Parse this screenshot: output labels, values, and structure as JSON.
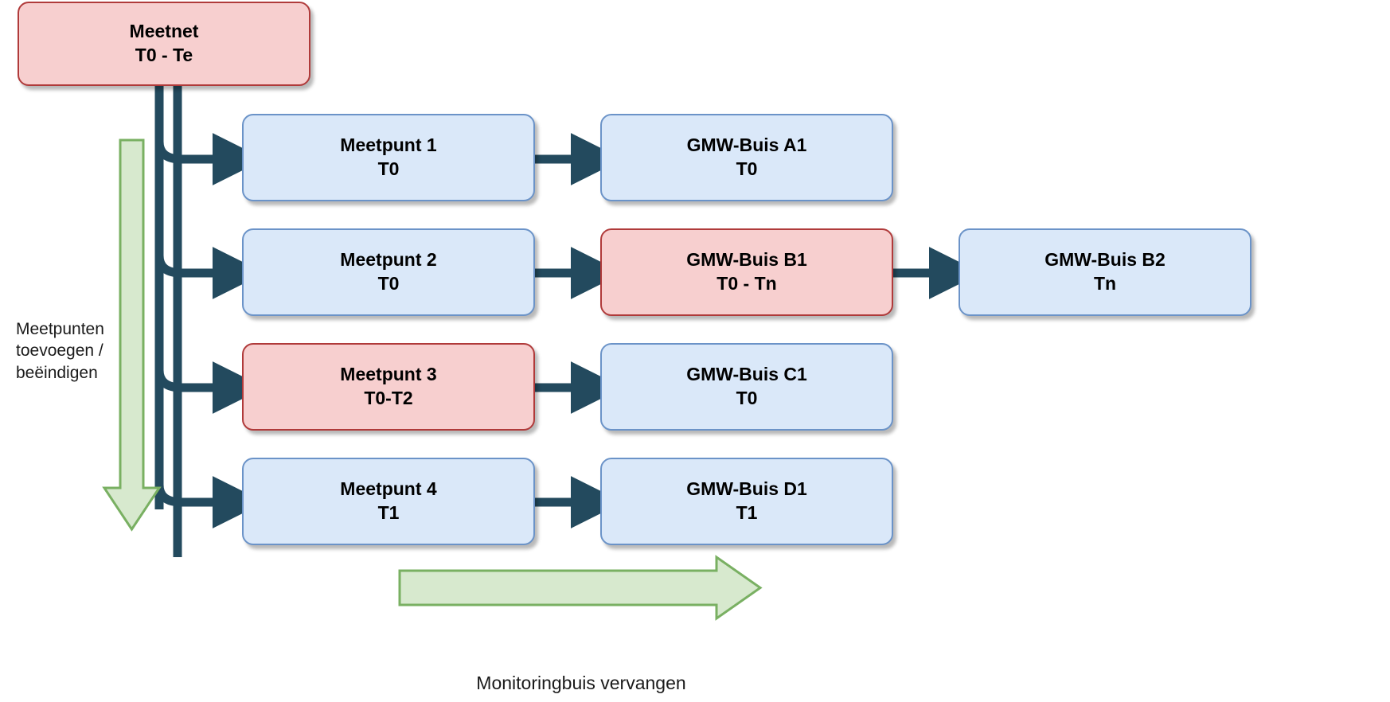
{
  "diagram": {
    "title_node": {
      "line1": "Meetnet",
      "line2": "T0 - Te"
    },
    "colors": {
      "blue_fill": "#dae8f9",
      "blue_border": "#6b93c8",
      "pink_fill": "#f7cfcf",
      "pink_border": "#b03a3a",
      "connector": "#234a5e",
      "green_fill": "#d7e9ce",
      "green_border": "#79b062",
      "text": "#000000",
      "background": "#ffffff"
    },
    "nodes": [
      {
        "id": "meetnet",
        "line1": "Meetnet",
        "line2": "T0 - Te",
        "style": "pink"
      },
      {
        "id": "mp1",
        "line1": "Meetpunt 1",
        "line2": "T0",
        "style": "blue"
      },
      {
        "id": "gmw_a1",
        "line1": "GMW-Buis A1",
        "line2": "T0",
        "style": "blue"
      },
      {
        "id": "mp2",
        "line1": "Meetpunt 2",
        "line2": "T0",
        "style": "blue"
      },
      {
        "id": "gmw_b1",
        "line1": "GMW-Buis B1",
        "line2": "T0 - Tn",
        "style": "pink"
      },
      {
        "id": "gmw_b2",
        "line1": "GMW-Buis B2",
        "line2": "Tn",
        "style": "blue"
      },
      {
        "id": "mp3",
        "line1": "Meetpunt 3",
        "line2": "T0-T2",
        "style": "pink"
      },
      {
        "id": "gmw_c1",
        "line1": "GMW-Buis C1",
        "line2": "T0",
        "style": "blue"
      },
      {
        "id": "mp4",
        "line1": "Meetpunt 4",
        "line2": "T1",
        "style": "blue"
      },
      {
        "id": "gmw_d1",
        "line1": "GMW-Buis D1",
        "line2": "T1",
        "style": "blue"
      }
    ],
    "annotations": {
      "vertical_arrow_label": "Meetpunten\ntoevoegen /\nbeëindigen",
      "horizontal_arrow_label": "Monitoringbuis vervangen"
    }
  }
}
